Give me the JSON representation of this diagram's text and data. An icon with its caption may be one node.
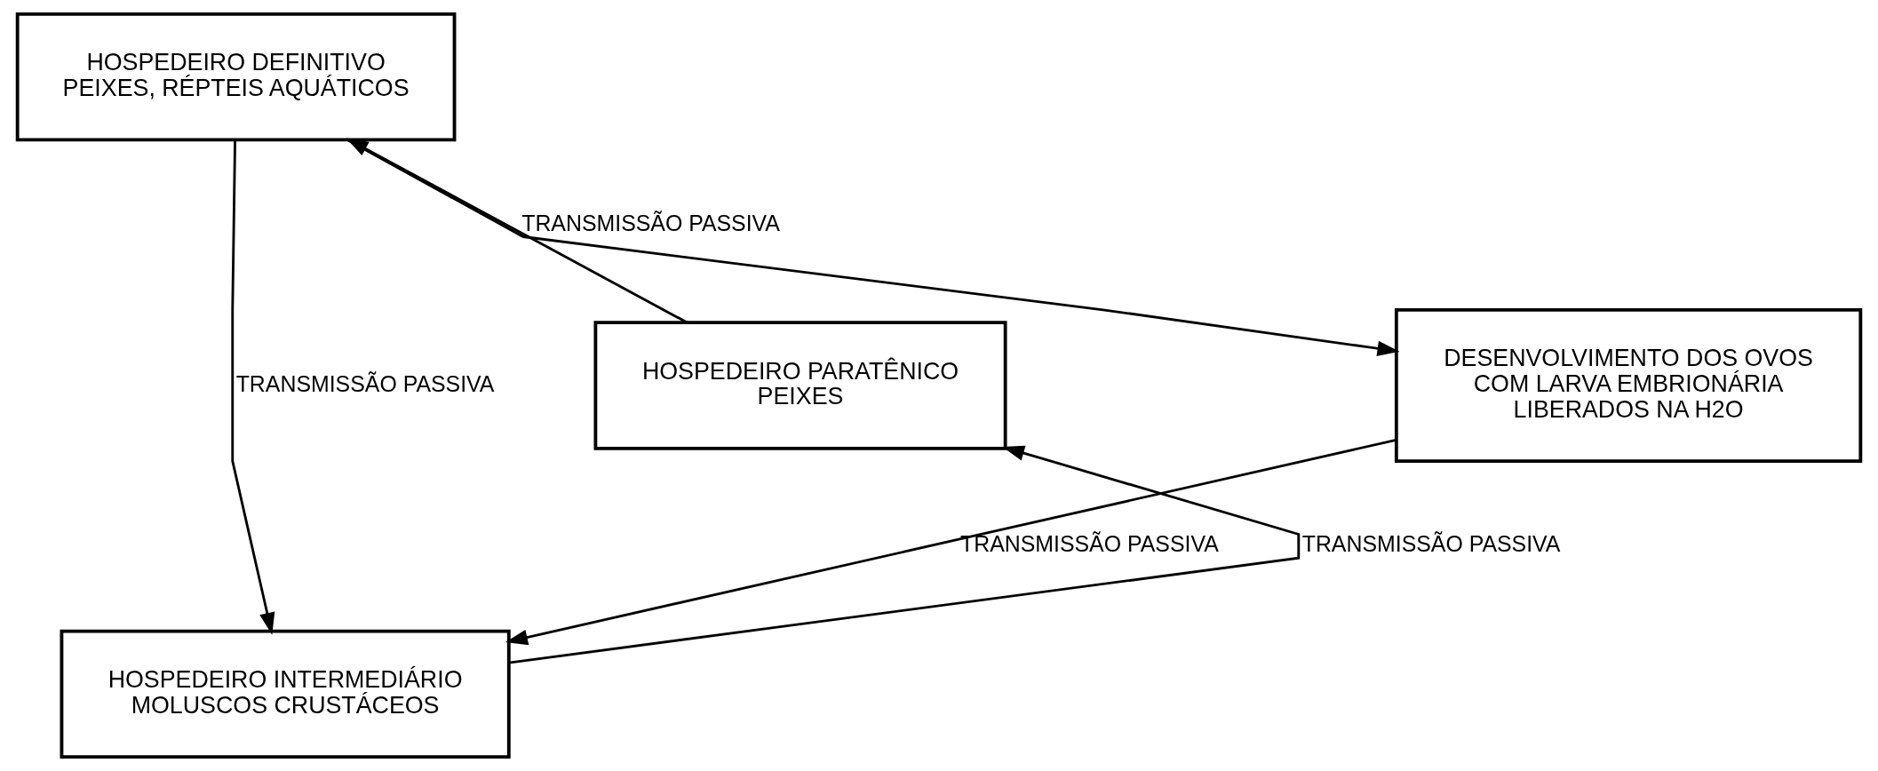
{
  "diagram": {
    "nodes": [
      {
        "text": [
          "HOSPEDEIRO DEFINITIVO",
          "PEIXES, RÉPTEIS AQUÁTICOS"
        ]
      },
      {
        "text": [
          "HOSPEDEIRO PARATÊNICO",
          "PEIXES"
        ]
      },
      {
        "text": [
          "DESENVOLVIMENTO DOS OVOS COM LARVA EMBRIONÁRIA LIBERADOS NA H2O"
        ]
      },
      {
        "text": [
          "HOSPEDEIRO INTERMEDIÁRIO",
          "MOLUSCOS CRUSTÁCEOS"
        ]
      }
    ],
    "edges": [
      {
        "from": 0,
        "to": 2,
        "arrow": "to"
      },
      {
        "from": 2,
        "to": 3,
        "arrow": "to",
        "label": "TRANSMISSÃO PASSIVA"
      },
      {
        "from": 3,
        "to": 1,
        "arrow": "to",
        "label": "TRANSMISSÃO PASSIVA"
      },
      {
        "from": 1,
        "to": 0,
        "arrow": "to",
        "label": "TRANSMISSÃO PASSIVA"
      },
      {
        "from": 0,
        "to": 3,
        "arrow": "to",
        "label": "TRANSMISSÃO PASSIVA"
      }
    ]
  }
}
